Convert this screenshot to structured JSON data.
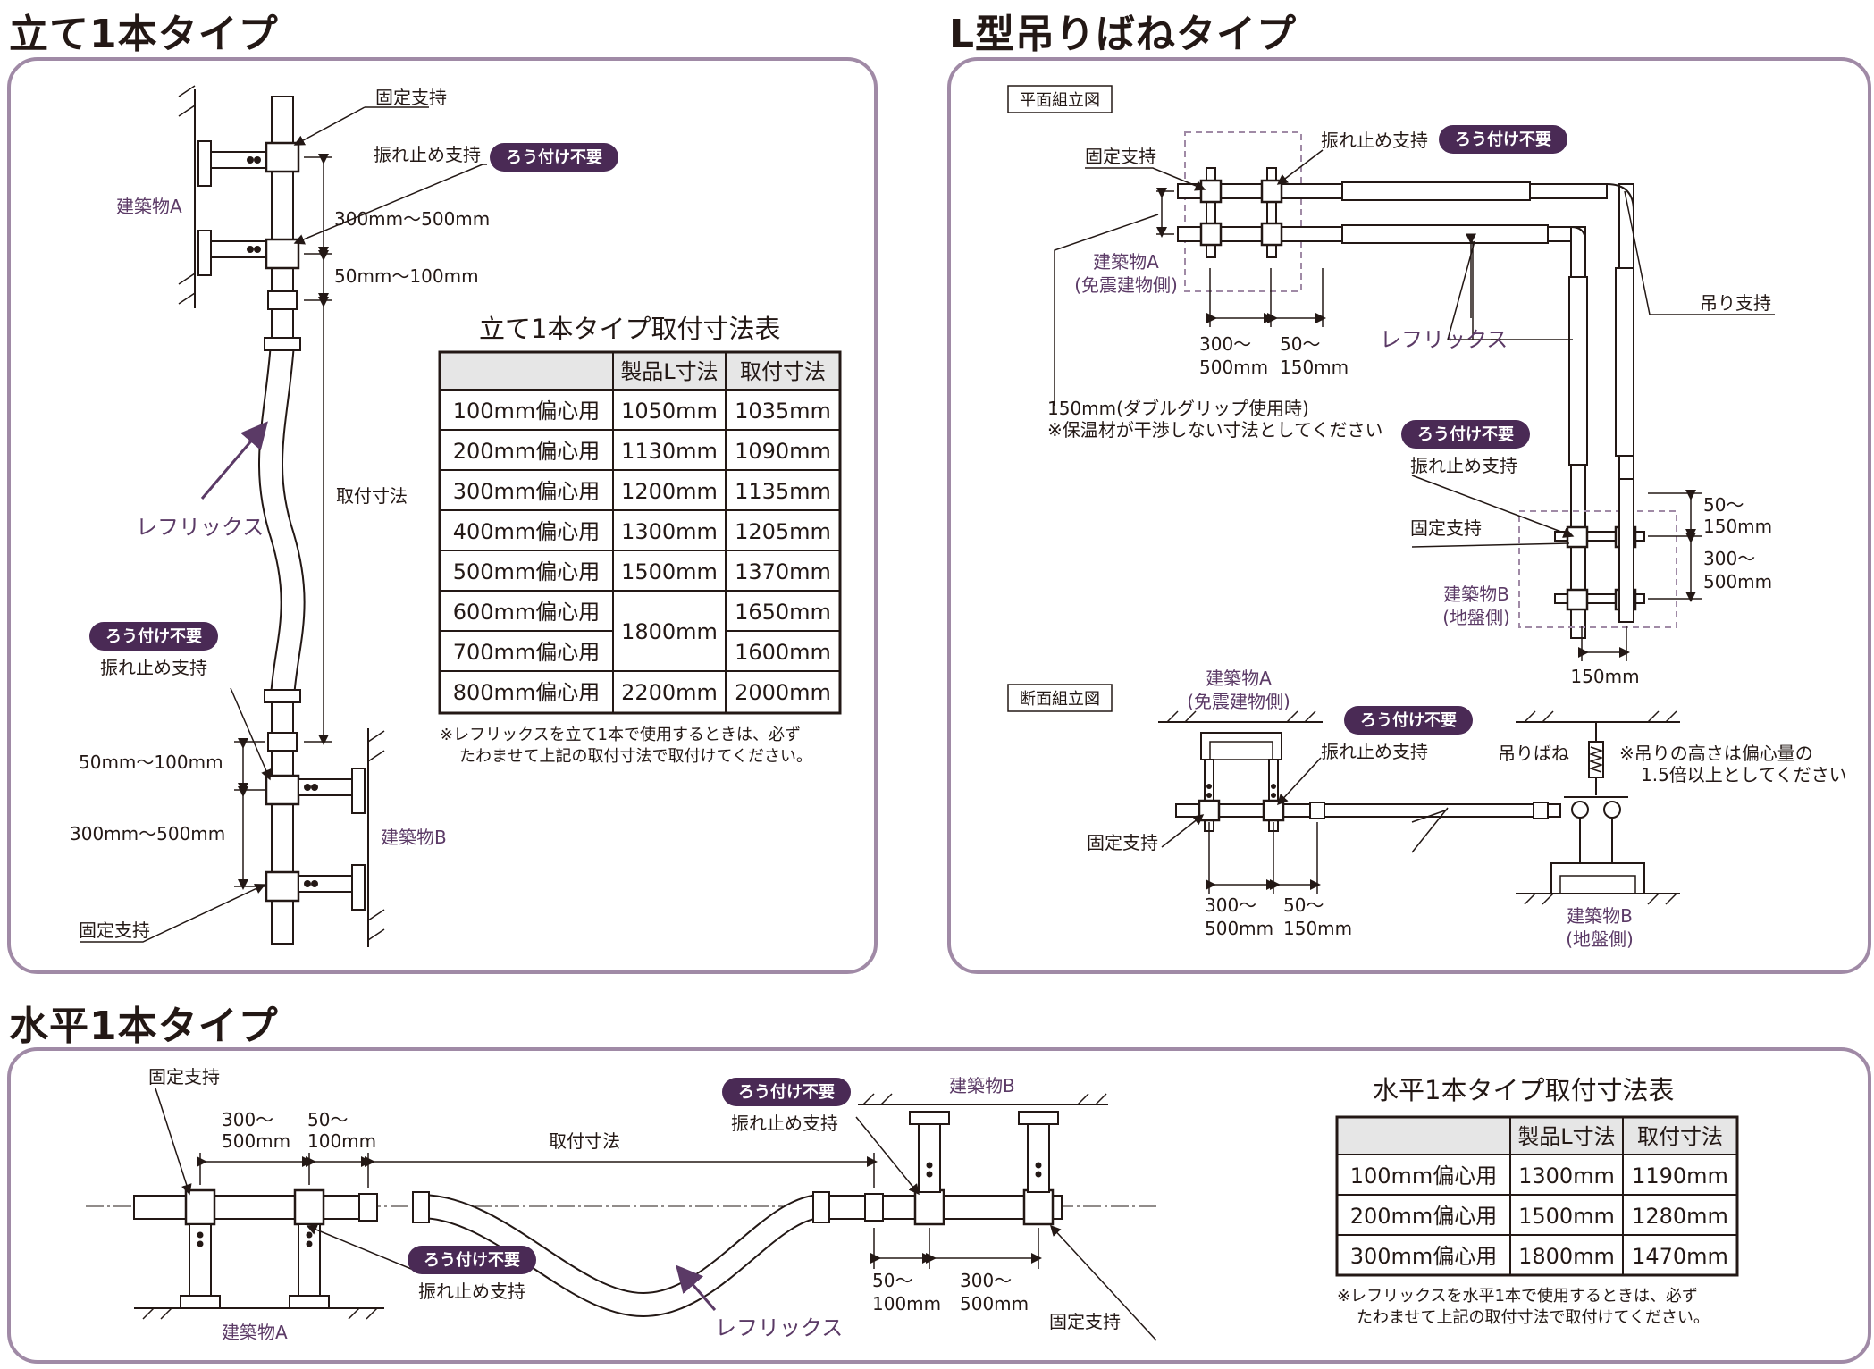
{
  "sections": {
    "vertical": "立て1本タイプ",
    "lshape": "L型吊りばねタイプ",
    "horizontal": "水平1本タイプ"
  },
  "labels": {
    "fixed_support": "固定支持",
    "anti_vibration_support": "振れ止め支持",
    "no_brazing": "ろう付け不要",
    "building_a": "建築物A",
    "building_b": "建築物B",
    "reflix": "レフリックス",
    "mount_dimension": "取付寸法",
    "hanging_support": "吊り支持",
    "hanging_spring": "吊りばね",
    "plan_view": "平面組立図",
    "section_view": "断面組立図",
    "seismic_side": "(免震建物側)",
    "ground_side": "(地盤側)",
    "building_a_seismic": "建築物A",
    "building_b_ground": "建築物B"
  },
  "dimensions": {
    "d300_500": "300mm〜500mm",
    "d50_100": "50mm〜100mm",
    "d300": "300〜",
    "d500mm": "500mm",
    "d50": "50〜",
    "d150mm": "150mm",
    "d100mm": "100mm",
    "d150": "150mm",
    "double_grip": "150mm(ダブルグリップ使用時)",
    "insulation_note": "※保温材が干渉しない寸法としてください",
    "spring_note1": "※吊りの高さは偏心量の",
    "spring_note2": "1.5倍以上としてください"
  },
  "vertical_table": {
    "title": "立て1本タイプ取付寸法表",
    "headers": [
      "",
      "製品L寸法",
      "取付寸法"
    ],
    "rows": [
      [
        "100mm偏心用",
        "1050mm",
        "1035mm"
      ],
      [
        "200mm偏心用",
        "1130mm",
        "1090mm"
      ],
      [
        "300mm偏心用",
        "1200mm",
        "1135mm"
      ],
      [
        "400mm偏心用",
        "1300mm",
        "1205mm"
      ],
      [
        "500mm偏心用",
        "1500mm",
        "1370mm"
      ],
      [
        "600mm偏心用",
        "1800mm",
        "1650mm"
      ],
      [
        "700mm偏心用",
        "",
        "1600mm"
      ],
      [
        "800mm偏心用",
        "2200mm",
        "2000mm"
      ]
    ],
    "note1": "※レフリックスを立て1本で使用するときは、必ず",
    "note2": "たわませて上記の取付寸法で取付けてください。"
  },
  "horizontal_table": {
    "title": "水平1本タイプ取付寸法表",
    "headers": [
      "",
      "製品L寸法",
      "取付寸法"
    ],
    "rows": [
      [
        "100mm偏心用",
        "1300mm",
        "1190mm"
      ],
      [
        "200mm偏心用",
        "1500mm",
        "1280mm"
      ],
      [
        "300mm偏心用",
        "1800mm",
        "1470mm"
      ]
    ],
    "note1": "※レフリックスを水平1本で使用するときは、必ず",
    "note2": "たわませて上記の取付寸法で取付けてください。"
  },
  "colors": {
    "frame": "#a08aa6",
    "badge": "#4a2a55",
    "accent_text": "#5b3a66",
    "line": "#231815",
    "table_header": "#e6e6e6"
  }
}
